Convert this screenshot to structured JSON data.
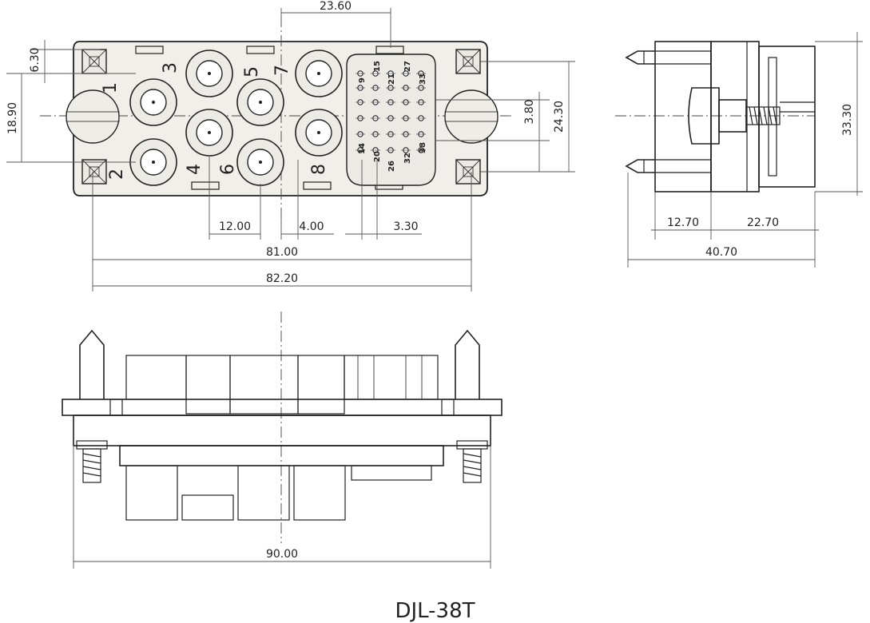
{
  "drawing_title": "DJL-38T",
  "front_view": {
    "contact_numbers": [
      "1",
      "2",
      "3",
      "4",
      "5",
      "6",
      "7",
      "8"
    ],
    "signal_labels": [
      "9",
      "15",
      "21",
      "27",
      "33",
      "14",
      "20",
      "26",
      "32",
      "38"
    ],
    "dimensions": {
      "top_width": "23.60",
      "left_small": "6.30",
      "left_height": "18.90",
      "pin_pitch": "12.00",
      "small_offset": "4.00",
      "signal_pitch": "3.30",
      "right_small": "3.80",
      "right_height": "24.30",
      "hole_spacing": "81.00",
      "overall_width": "82.20"
    }
  },
  "side_view": {
    "dimensions": {
      "height": "33.30",
      "front_depth": "12.70",
      "rear_depth": "22.70",
      "total_depth": "40.70"
    }
  },
  "bottom_view": {
    "dimensions": {
      "overall_width": "90.00"
    }
  }
}
